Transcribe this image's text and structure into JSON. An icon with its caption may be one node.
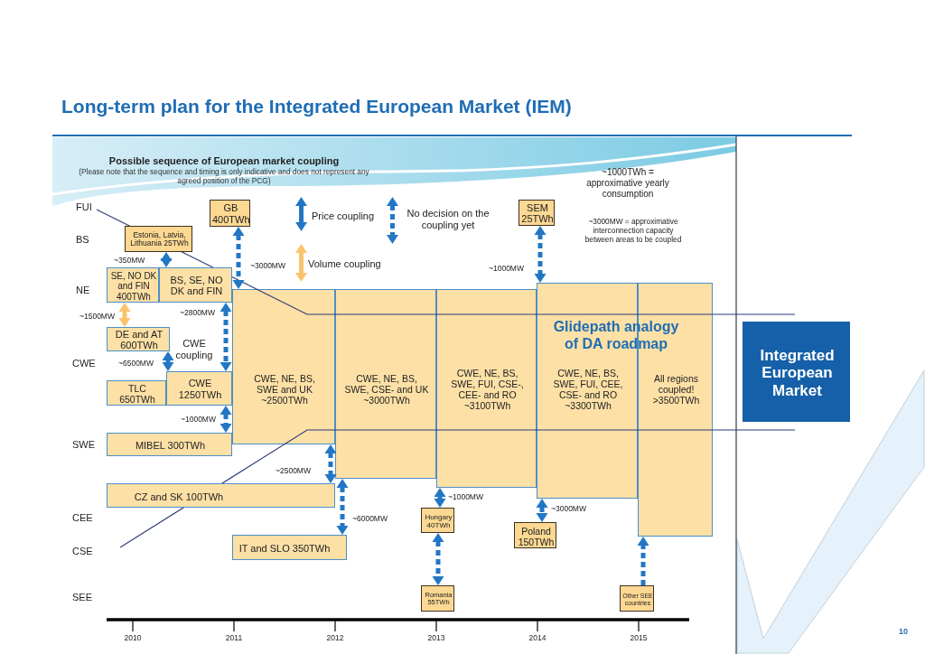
{
  "diagram": {
    "title": "Long-term plan for the Integrated European Market (IEM)",
    "nodes": [
      {
        "text": [
          "GB 400TWh"
        ]
      },
      {
        "text": [
          "SEM 25TWh"
        ]
      },
      {
        "text": [
          "Estonia, Latvia, Lithuania 25TWh"
        ]
      },
      {
        "text": [
          "SE, NO DK and FIN 400TWh"
        ]
      },
      {
        "text": [
          "BS, SE, NO DK and FIN"
        ]
      },
      {
        "text": [
          "CWE, NE, BS, SWE and UK ~2500TWh"
        ]
      },
      {
        "text": [
          "CWE, NE, BS, SWE, CSE- and UK ~3000TWh"
        ]
      },
      {
        "text": [
          "CWE, NE, BS, SWE, FUI, CSE-, CEE- and RO ~3100TWh"
        ]
      },
      {
        "text": [
          "CWE, NE, BS, SWE, FUI, CEE, CSE- and RO ~3300TWh"
        ]
      },
      {
        "text": [
          "All regions coupled! >3500TWh"
        ]
      },
      {
        "text": [
          "Integrated European Market"
        ]
      },
      {
        "text": [
          "DE and AT 600TWh"
        ]
      },
      {
        "text": [
          "TLC 650TWh"
        ]
      },
      {
        "text": [
          "CWE 1250TWh"
        ]
      },
      {
        "text": [
          "MIBEL 300TWh"
        ]
      },
      {
        "text": [
          "CZ and SK 100TWh"
        ]
      },
      {
        "text": [
          "Hungary 40TWh"
        ]
      },
      {
        "text": [
          "Poland 150TWh"
        ]
      },
      {
        "text": [
          "IT and SLO 350TWh"
        ]
      },
      {
        "text": [
          "Romania 55TWh"
        ]
      },
      {
        "text": [
          "Other SEE countries"
        ]
      }
    ],
    "edges": [
      {
        "from": 2,
        "to": 4,
        "arrow": "both",
        "label": "~350MW"
      },
      {
        "from": 0,
        "to": 5,
        "arrow": "both",
        "label": "~3000MW",
        "style": "dashed"
      },
      {
        "from": 1,
        "to": 8,
        "arrow": "both",
        "label": "~1000MW",
        "style": "dashed"
      },
      {
        "from": 3,
        "to": 11,
        "arrow": "both",
        "label": "~1500MW",
        "color": "#fbc36b"
      },
      {
        "from": 4,
        "to": 13,
        "arrow": "both",
        "label": "~2800MW",
        "style": "dashed"
      },
      {
        "from": 11,
        "to": 13,
        "arrow": "both",
        "label": "~6500MW"
      },
      {
        "from": 13,
        "to": 14,
        "arrow": "both",
        "label": "~1000MW",
        "style": "dashed"
      },
      {
        "from": 5,
        "to": 15,
        "arrow": "both",
        "label": "~2500MW",
        "style": "dashed"
      },
      {
        "from": 6,
        "to": 18,
        "arrow": "both",
        "label": "~6000MW",
        "style": "dashed"
      },
      {
        "from": 7,
        "to": 16,
        "arrow": "both",
        "label": "~1000MW",
        "style": "dashed"
      },
      {
        "from": 8,
        "to": 17,
        "arrow": "both",
        "label": "~3000MW",
        "style": "dashed"
      },
      {
        "from": 16,
        "to": 19,
        "arrow": "both",
        "style": "dashed"
      },
      {
        "from": 20,
        "to": 9,
        "arrow": "to",
        "style": "dashed"
      }
    ],
    "labels": [
      "Possible sequence of European market coupling",
      "(Please note that the sequence and timing is only indicative and does not represent any agreed position of the PCG)",
      "~1000TWh = approximative yearly consumption",
      "FUI",
      "~3000MW = approximative interconnection capacity between areas to be coupled",
      "BS",
      "NE",
      "Glidepath analogy of DA roadmap",
      "CWE coupling",
      "CWE",
      "SWE",
      "CEE",
      "CSE",
      "SEE",
      "2010",
      "2011",
      "2012",
      "2013",
      "2014",
      "2015",
      "10"
    ],
    "legend": [
      {
        "text": "Price coupling"
      },
      {
        "text": "No decision on the coupling yet"
      },
      {
        "text": "Volume coupling"
      }
    ]
  }
}
